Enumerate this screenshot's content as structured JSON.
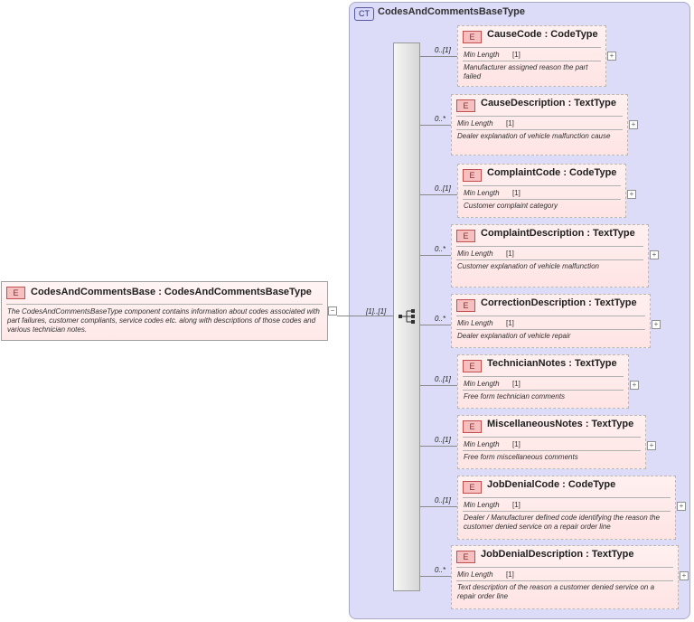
{
  "root": {
    "badge": "E",
    "title": "CodesAndCommentsBase : CodesAndCommentsBaseType",
    "doc": "The CodesAndCommentsBaseType component contains information about codes associated with part failures, customer compliants, service codes etc. along with descriptions of those codes and various technician notes.",
    "multiplicity": "[1]..[1]",
    "collapse": "−"
  },
  "complex_type": {
    "badge": "CT",
    "title": "CodesAndCommentsBaseType"
  },
  "facet_label": "Min Length",
  "facet_value": "[1]",
  "expand": "+",
  "elements": [
    {
      "badge": "E",
      "title": "CauseCode : CodeType",
      "multiplicity": "0..[1]",
      "doc": "Manufacturer assigned reason the part failed"
    },
    {
      "badge": "E",
      "title": "CauseDescription : TextType",
      "multiplicity": "0..*",
      "doc": "Dealer explanation of vehicle malfunction cause"
    },
    {
      "badge": "E",
      "title": "ComplaintCode : CodeType",
      "multiplicity": "0..[1]",
      "doc": "Customer complaint category"
    },
    {
      "badge": "E",
      "title": "ComplaintDescription : TextType",
      "multiplicity": "0..*",
      "doc": "Customer explanation of vehicle malfunction"
    },
    {
      "badge": "E",
      "title": "CorrectionDescription : TextType",
      "multiplicity": "0..*",
      "doc": "Dealer explanation of vehicle repair"
    },
    {
      "badge": "E",
      "title": "TechnicianNotes : TextType",
      "multiplicity": "0..[1]",
      "doc": "Free form technician comments"
    },
    {
      "badge": "E",
      "title": "MiscellaneousNotes : TextType",
      "multiplicity": "0..[1]",
      "doc": "Free form miscellaneous comments"
    },
    {
      "badge": "E",
      "title": "JobDenialCode : CodeType",
      "multiplicity": "0..[1]",
      "doc": "Dealer / Manufacturer defined code identifying the reason the customer denied service on a repair order line"
    },
    {
      "badge": "E",
      "title": "JobDenialDescription : TextType",
      "multiplicity": "0..*",
      "doc": "Text description of the reason a customer denied service on a repair order line"
    }
  ]
}
